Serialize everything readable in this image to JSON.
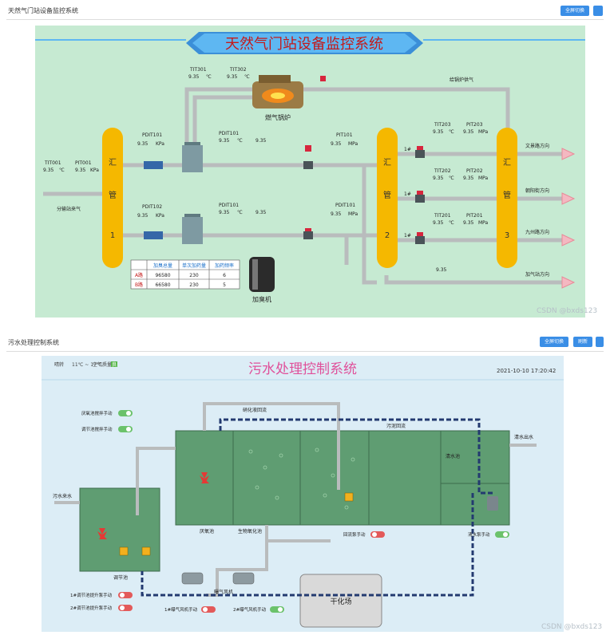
{
  "top": {
    "title": "天然气门站设备监控系统",
    "btn_fullscreen": "全屏切换",
    "banner": "天然气门站设备监控系统",
    "boiler_label": "燃气锅炉",
    "boiler_supply": "给锅炉供气",
    "heater_label": "加臭机",
    "inlet_label": "分输站来气",
    "header1": [
      "汇",
      "管",
      "1"
    ],
    "header2": [
      "汇",
      "管",
      "2"
    ],
    "header3": [
      "汇",
      "管",
      "3"
    ],
    "instruments": {
      "tit001": "TIT001",
      "tit001_val": "9.35",
      "tit001_unit": "℃",
      "pit001": "PIT001",
      "pit001_val": "9.35",
      "pit001_unit": "KPa",
      "pdit101a": "PDIT101",
      "pdit101a_val": "9.35",
      "pdit101a_unit": "KPa",
      "tit301": "TIT301",
      "tit301_val": "9.35",
      "tit301_unit": "℃",
      "tit302": "TIT302",
      "tit302_val": "9.35",
      "tit302_unit": "℃",
      "pdit101b": "PDIT101",
      "pdit101b_val": "9.35",
      "pdit101b_unit": "℃",
      "flow1": "9.35",
      "pit101a": "PIT101",
      "pit101a_val": "9.35",
      "pit101a_unit": "MPa",
      "pdit102": "PDIT102",
      "pdit102_val": "9.35",
      "pdit102_unit": "KPa",
      "pdit101c": "PDIT101",
      "pdit101c_val": "9.35",
      "pdit101c_unit": "℃",
      "flow2": "9.35",
      "pdit101d": "PDIT101",
      "pdit101d_val": "9.35",
      "pdit101d_unit": "MPa",
      "tit203": "TIT203",
      "tit203_val": "9.35",
      "tit203_unit": "℃",
      "pit203": "PIT203",
      "pit203_val": "9.35",
      "pit203_unit": "MPa",
      "tit202": "TIT202",
      "tit202_val": "9.35",
      "tit202_unit": "℃",
      "pit202": "PIT202",
      "pit202_val": "9.35",
      "pit202_unit": "MPa",
      "tit201": "TIT201",
      "tit201_val": "9.35",
      "tit201_unit": "℃",
      "pit201": "PIT201",
      "pit201_val": "9.35",
      "pit201_unit": "MPa",
      "flow3": "9.35"
    },
    "outlets": [
      "文景路方向",
      "朝阳街方向",
      "九州路方向",
      "加气站方向"
    ],
    "line_tags": [
      "1#",
      "1#",
      "1#"
    ],
    "table": {
      "headers": [
        "",
        "加臭总量",
        "单次加药量",
        "加药频率"
      ],
      "rows": [
        [
          "A路",
          "96580",
          "230",
          "6"
        ],
        [
          "B路",
          "66580",
          "230",
          "5"
        ]
      ]
    },
    "watermark": "CSDN @bxds123"
  },
  "bottom": {
    "title": "污水处理控制系统",
    "btn_fullscreen": "全屏切换",
    "btn_refresh": "刷新",
    "banner": "污水处理控制系统",
    "datetime": "2021-10-10 17:20:42",
    "weather": "晴转",
    "temp": "11℃ ~ 17℃",
    "aqi": "空气质量",
    "aqi_badge": "良",
    "tanks": [
      "厌氧池",
      "生物氧化池",
      "清水池"
    ],
    "tank_adjust": "调节池",
    "dry_site": "干化场",
    "blower_label": "曝气风机",
    "pipe_top": "硝化液回流",
    "pipe_mid": "污泥回流",
    "inlet": "污水来水",
    "outlet": "清水出水",
    "toggles": [
      {
        "label": "厌氧池搅拌手动",
        "state": "ON"
      },
      {
        "label": "调节池搅拌手动",
        "state": "ON"
      },
      {
        "label": "回流泵手动",
        "state": "OFF"
      },
      {
        "label": "清水泵手动",
        "state": "ON"
      },
      {
        "label": "1#调节池提升泵手动",
        "state": "OFF"
      },
      {
        "label": "2#调节池提升泵手动",
        "state": "OFF"
      },
      {
        "label": "1#曝气风机手动",
        "state": "OFF"
      },
      {
        "label": "2#曝气风机手动",
        "state": "ON"
      }
    ],
    "watermark": "CSDN @bxds123"
  }
}
